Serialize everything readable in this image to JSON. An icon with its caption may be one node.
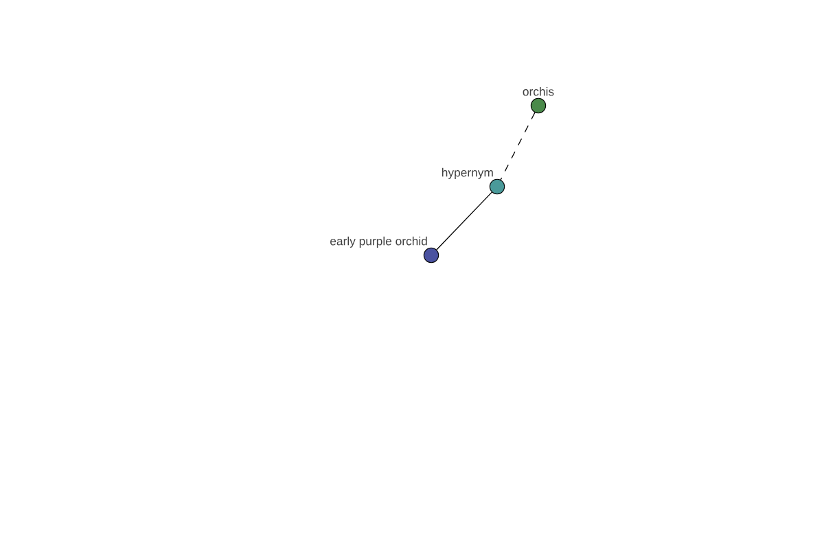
{
  "diagram": {
    "nodes": [
      {
        "text": [
          "orchis"
        ]
      },
      {
        "text": [
          "hypernym"
        ]
      },
      {
        "text": [
          "early purple orchid"
        ]
      }
    ],
    "edges": [
      {
        "from": 0,
        "to": 1,
        "arrow": "none",
        "style": "dashed"
      },
      {
        "from": 1,
        "to": 2,
        "arrow": "none"
      }
    ]
  }
}
